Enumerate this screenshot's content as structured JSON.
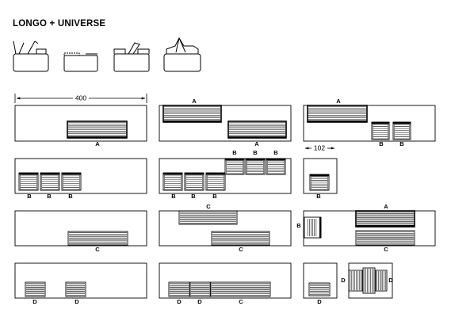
{
  "title": "LONGO + UNIVERSE",
  "dimensions": {
    "width": "400",
    "depth": "102"
  },
  "unit_letters": {
    "a": "A",
    "b": "B",
    "c": "C",
    "d": "D"
  },
  "stroke_color": "#000000",
  "background_color": "#ffffff",
  "icons": [
    "sofa-profile-icon",
    "bench-icon",
    "table-module-icon",
    "chair-module-icon",
    "stool-icon"
  ]
}
